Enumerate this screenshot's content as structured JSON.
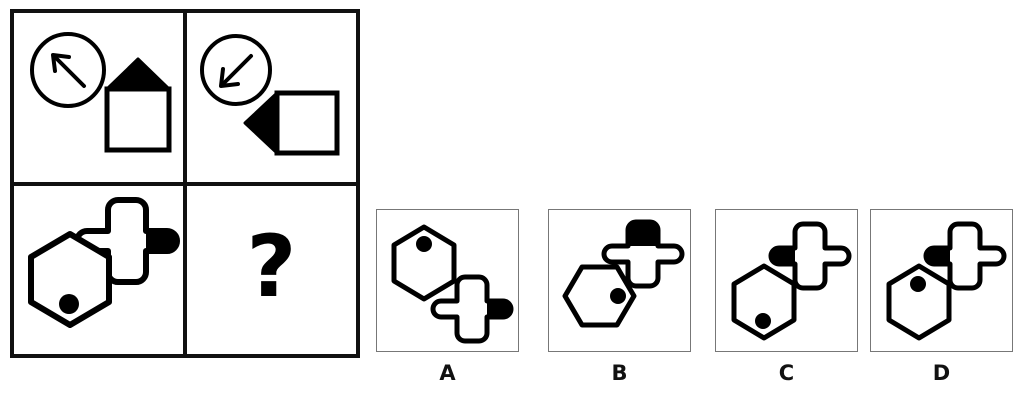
{
  "puzzle": {
    "type": "visual-analogy-matrix",
    "question_mark": "?",
    "matrix": {
      "rows": 2,
      "cols": 2,
      "cells": [
        {
          "position": "top-left",
          "name": "cell-1",
          "shapes": [
            {
              "shape": "circle",
              "fill": "white",
              "outline": "black",
              "contains": "arrow",
              "arrow_direction": "up-left"
            },
            {
              "shape": "square",
              "fill": "white",
              "outline": "black",
              "attachment": "triangle",
              "attachment_fill": "black",
              "attachment_side": "top"
            }
          ]
        },
        {
          "position": "top-right",
          "name": "cell-2",
          "shapes": [
            {
              "shape": "circle",
              "fill": "white",
              "outline": "black",
              "contains": "arrow",
              "arrow_direction": "down-left"
            },
            {
              "shape": "square",
              "fill": "white",
              "outline": "black",
              "attachment": "triangle",
              "attachment_fill": "black",
              "attachment_side": "left"
            }
          ]
        },
        {
          "position": "bottom-left",
          "name": "cell-3",
          "shapes": [
            {
              "shape": "hexagon",
              "fill": "white",
              "outline": "black",
              "contains": "dot",
              "dot_position": "bottom"
            },
            {
              "shape": "cross",
              "fill": "white",
              "outline": "black",
              "filled_arm": "right",
              "filled_arm_fill": "black"
            }
          ]
        },
        {
          "position": "bottom-right",
          "name": "cell-4",
          "shapes": [],
          "is_question": true
        }
      ]
    },
    "options": [
      {
        "label": "A",
        "hexagon_dot_position": "top",
        "hexagon_orientation": "pointy-top",
        "cross_filled_arm": "right",
        "cross_position": "bottom-right",
        "hexagon_position": "top-left"
      },
      {
        "label": "B",
        "hexagon_dot_position": "right",
        "hexagon_orientation": "flat-top",
        "cross_filled_arm": "top",
        "cross_position": "top-right",
        "hexagon_position": "bottom-left"
      },
      {
        "label": "C",
        "hexagon_dot_position": "bottom",
        "hexagon_orientation": "pointy-top",
        "cross_filled_arm": "left",
        "cross_position": "top-right",
        "hexagon_position": "bottom-left"
      },
      {
        "label": "D",
        "hexagon_dot_position": "top",
        "hexagon_orientation": "pointy-top",
        "cross_filled_arm": "left",
        "cross_position": "top-right",
        "hexagon_position": "bottom-left"
      }
    ],
    "colors": {
      "ink": "#000000",
      "matrix_border": "#111111",
      "option_border": "#777777",
      "background": "#ffffff"
    }
  }
}
